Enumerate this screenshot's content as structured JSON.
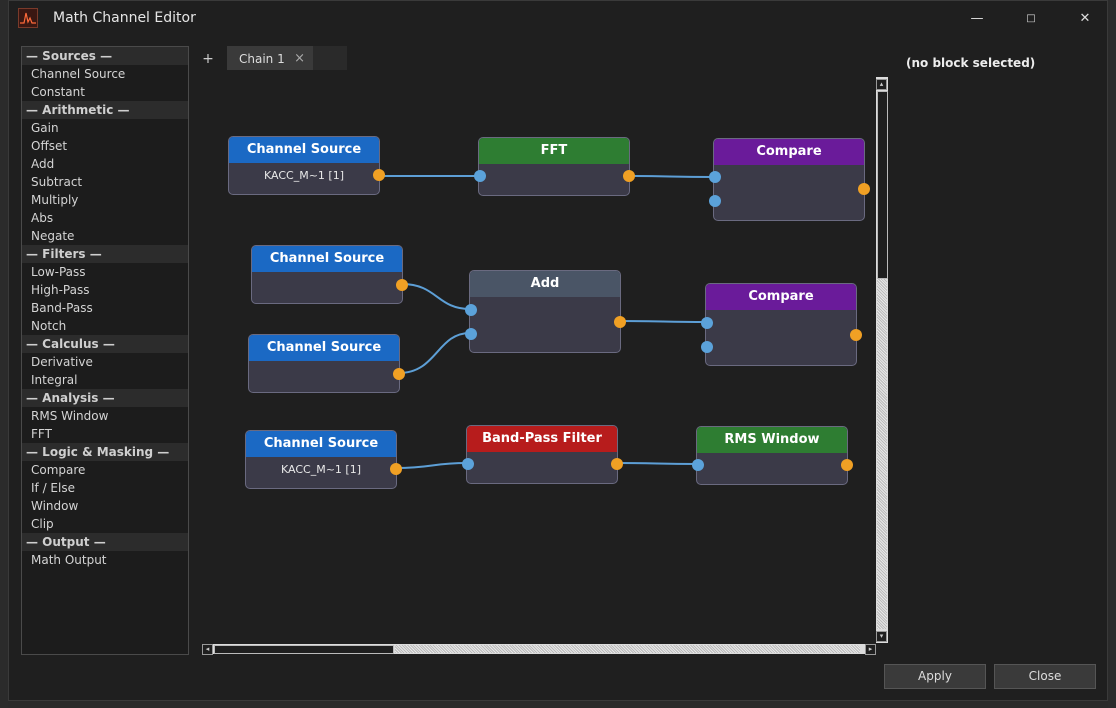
{
  "window": {
    "title": "Math Channel Editor",
    "minimize_glyph": "—",
    "maximize_glyph": "□",
    "close_glyph": "✕"
  },
  "palette": {
    "sections": [
      {
        "title": "— Sources —",
        "items": [
          "Channel Source",
          "Constant"
        ]
      },
      {
        "title": "— Arithmetic —",
        "items": [
          "Gain",
          "Offset",
          "Add",
          "Subtract",
          "Multiply",
          "Abs",
          "Negate"
        ]
      },
      {
        "title": "— Filters —",
        "items": [
          "Low-Pass",
          "High-Pass",
          "Band-Pass",
          "Notch"
        ]
      },
      {
        "title": "— Calculus —",
        "items": [
          "Derivative",
          "Integral"
        ]
      },
      {
        "title": "— Analysis —",
        "items": [
          "RMS Window",
          "FFT"
        ]
      },
      {
        "title": "— Logic & Masking —",
        "items": [
          "Compare",
          "If / Else",
          "Window",
          "Clip"
        ]
      },
      {
        "title": "— Output —",
        "items": [
          "Math Output"
        ]
      }
    ]
  },
  "tabs": {
    "add_glyph": "+",
    "items": [
      {
        "label": "Chain 1",
        "close_glyph": "×"
      }
    ]
  },
  "colors": {
    "source": "#1b69c4",
    "fft": "#2e7d32",
    "compare": "#6a1b9a",
    "add": "#4a5566",
    "bandpass": "#b71c1c",
    "rms": "#2e7d32",
    "input_port": "#5ba2da",
    "output_port": "#f0a024"
  },
  "nodes": {
    "row1": {
      "source": {
        "title": "Channel Source",
        "subtitle": "KACC_M~1 [1]"
      },
      "fft": {
        "title": "FFT"
      },
      "compare": {
        "title": "Compare"
      }
    },
    "row2": {
      "source_a": {
        "title": "Channel Source"
      },
      "source_b": {
        "title": "Channel Source"
      },
      "add": {
        "title": "Add"
      },
      "compare": {
        "title": "Compare"
      }
    },
    "row3": {
      "source": {
        "title": "Channel Source",
        "subtitle": "KACC_M~1 [1]"
      },
      "bandpass": {
        "title": "Band-Pass Filter"
      },
      "rms": {
        "title": "RMS Window"
      }
    }
  },
  "properties": {
    "empty_label": "(no block selected)"
  },
  "footer": {
    "apply_label": "Apply",
    "close_label": "Close"
  }
}
